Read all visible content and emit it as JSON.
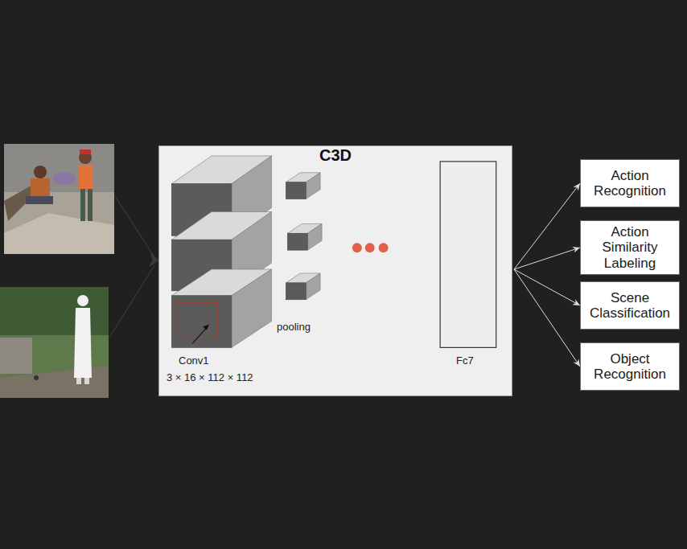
{
  "diagram": {
    "nodes": [
      {
        "text": [
          "C3D"
        ]
      },
      {
        "text": [
          "Action Recognition"
        ]
      },
      {
        "text": [
          "Action Similarity Labeling"
        ]
      },
      {
        "text": [
          "Scene Classification"
        ]
      },
      {
        "text": [
          "Object Recognition"
        ]
      }
    ],
    "edges": [
      {
        "from": 0,
        "to": 1,
        "arrow": "to"
      },
      {
        "from": 0,
        "to": 2,
        "arrow": "to"
      },
      {
        "from": 0,
        "to": 3,
        "arrow": "to"
      },
      {
        "from": 0,
        "to": 4,
        "arrow": "to"
      }
    ],
    "labels": [
      "Conv1",
      "3 × 16 × 112 × 112",
      "pooling",
      "Fc7"
    ]
  }
}
